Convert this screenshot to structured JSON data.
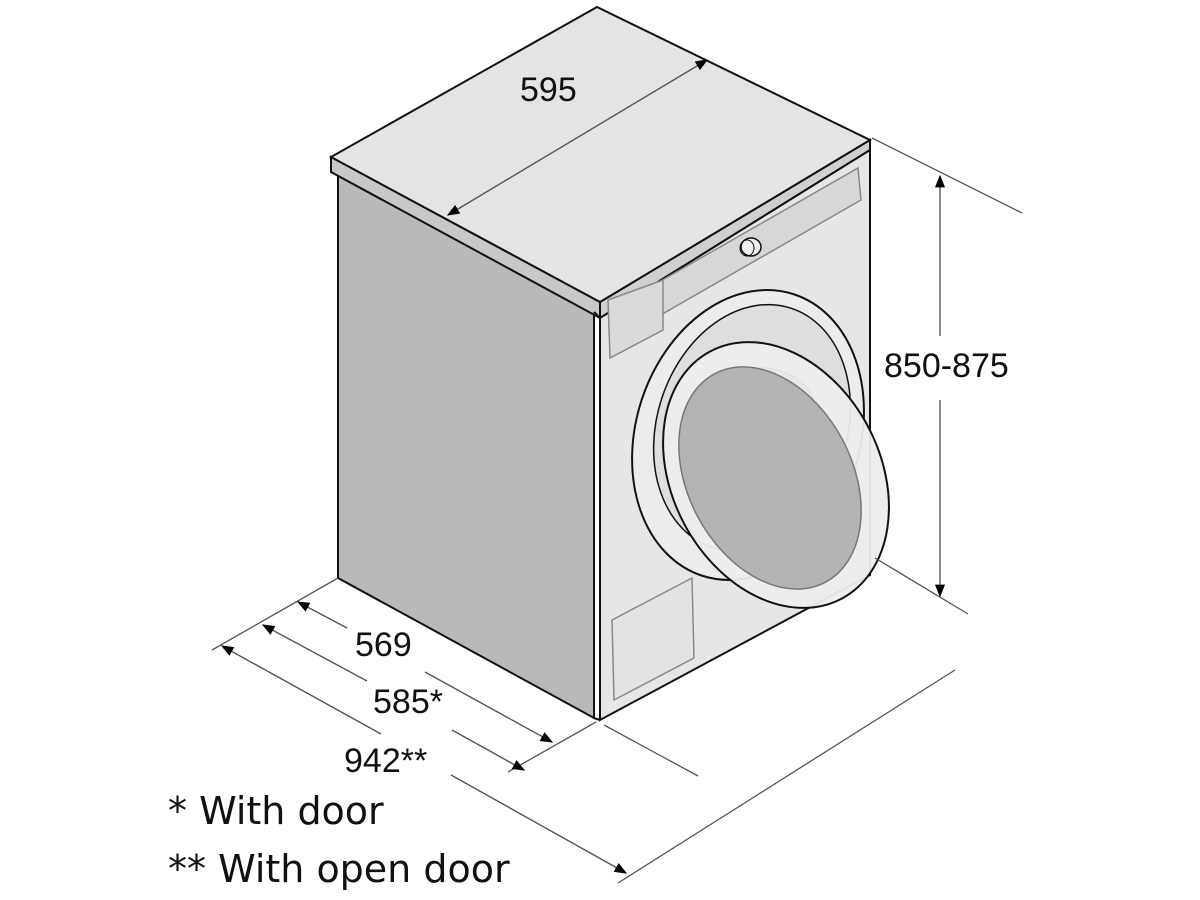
{
  "diagram": {
    "subject": "Front-loading washing machine dimension drawing",
    "units": "mm",
    "colors": {
      "top": "#e4e4e4",
      "side": "#b9b9ba",
      "front": "#e6e6e7",
      "panel": "#d6d6d7",
      "drum": "#a9a9aa",
      "door_glass": "#b3b3b4",
      "door_ring": "#ededee",
      "outline": "#111111",
      "dim_line": "#555555"
    }
  },
  "dimensions": {
    "width": {
      "label": "595"
    },
    "height": {
      "label": "850-875"
    },
    "depth": {
      "label": "569"
    },
    "depth_with_door": {
      "label": "585*"
    },
    "depth_open_door": {
      "label": "942**"
    }
  },
  "legend": {
    "single": "* With door",
    "double": "** With open door"
  }
}
